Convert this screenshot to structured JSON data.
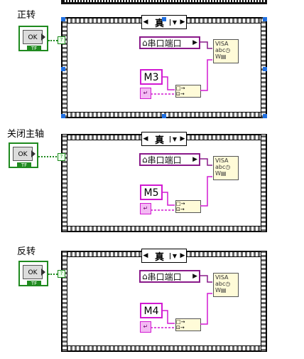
{
  "controls": [
    {
      "label": "正转",
      "button": "OK",
      "tf": "TF"
    },
    {
      "label": "关闭主轴",
      "button": "OK",
      "tf": "TF"
    },
    {
      "label": "反转",
      "button": "OK",
      "tf": "TF"
    }
  ],
  "cases": [
    {
      "selector": "真",
      "port": "串口端口",
      "command": "M3",
      "tunnel": "?"
    },
    {
      "selector": "真",
      "port": "串口端口",
      "command": "M5",
      "tunnel": "?"
    },
    {
      "selector": "真",
      "port": "串口端口",
      "command": "M4",
      "tunnel": "?"
    }
  ],
  "visa_text": "VISA abc",
  "colors": {
    "boolean": "#1f8a1f",
    "string": "#d21ad2",
    "visa": "#8a1a8a",
    "selection": "#1f6fe0"
  }
}
